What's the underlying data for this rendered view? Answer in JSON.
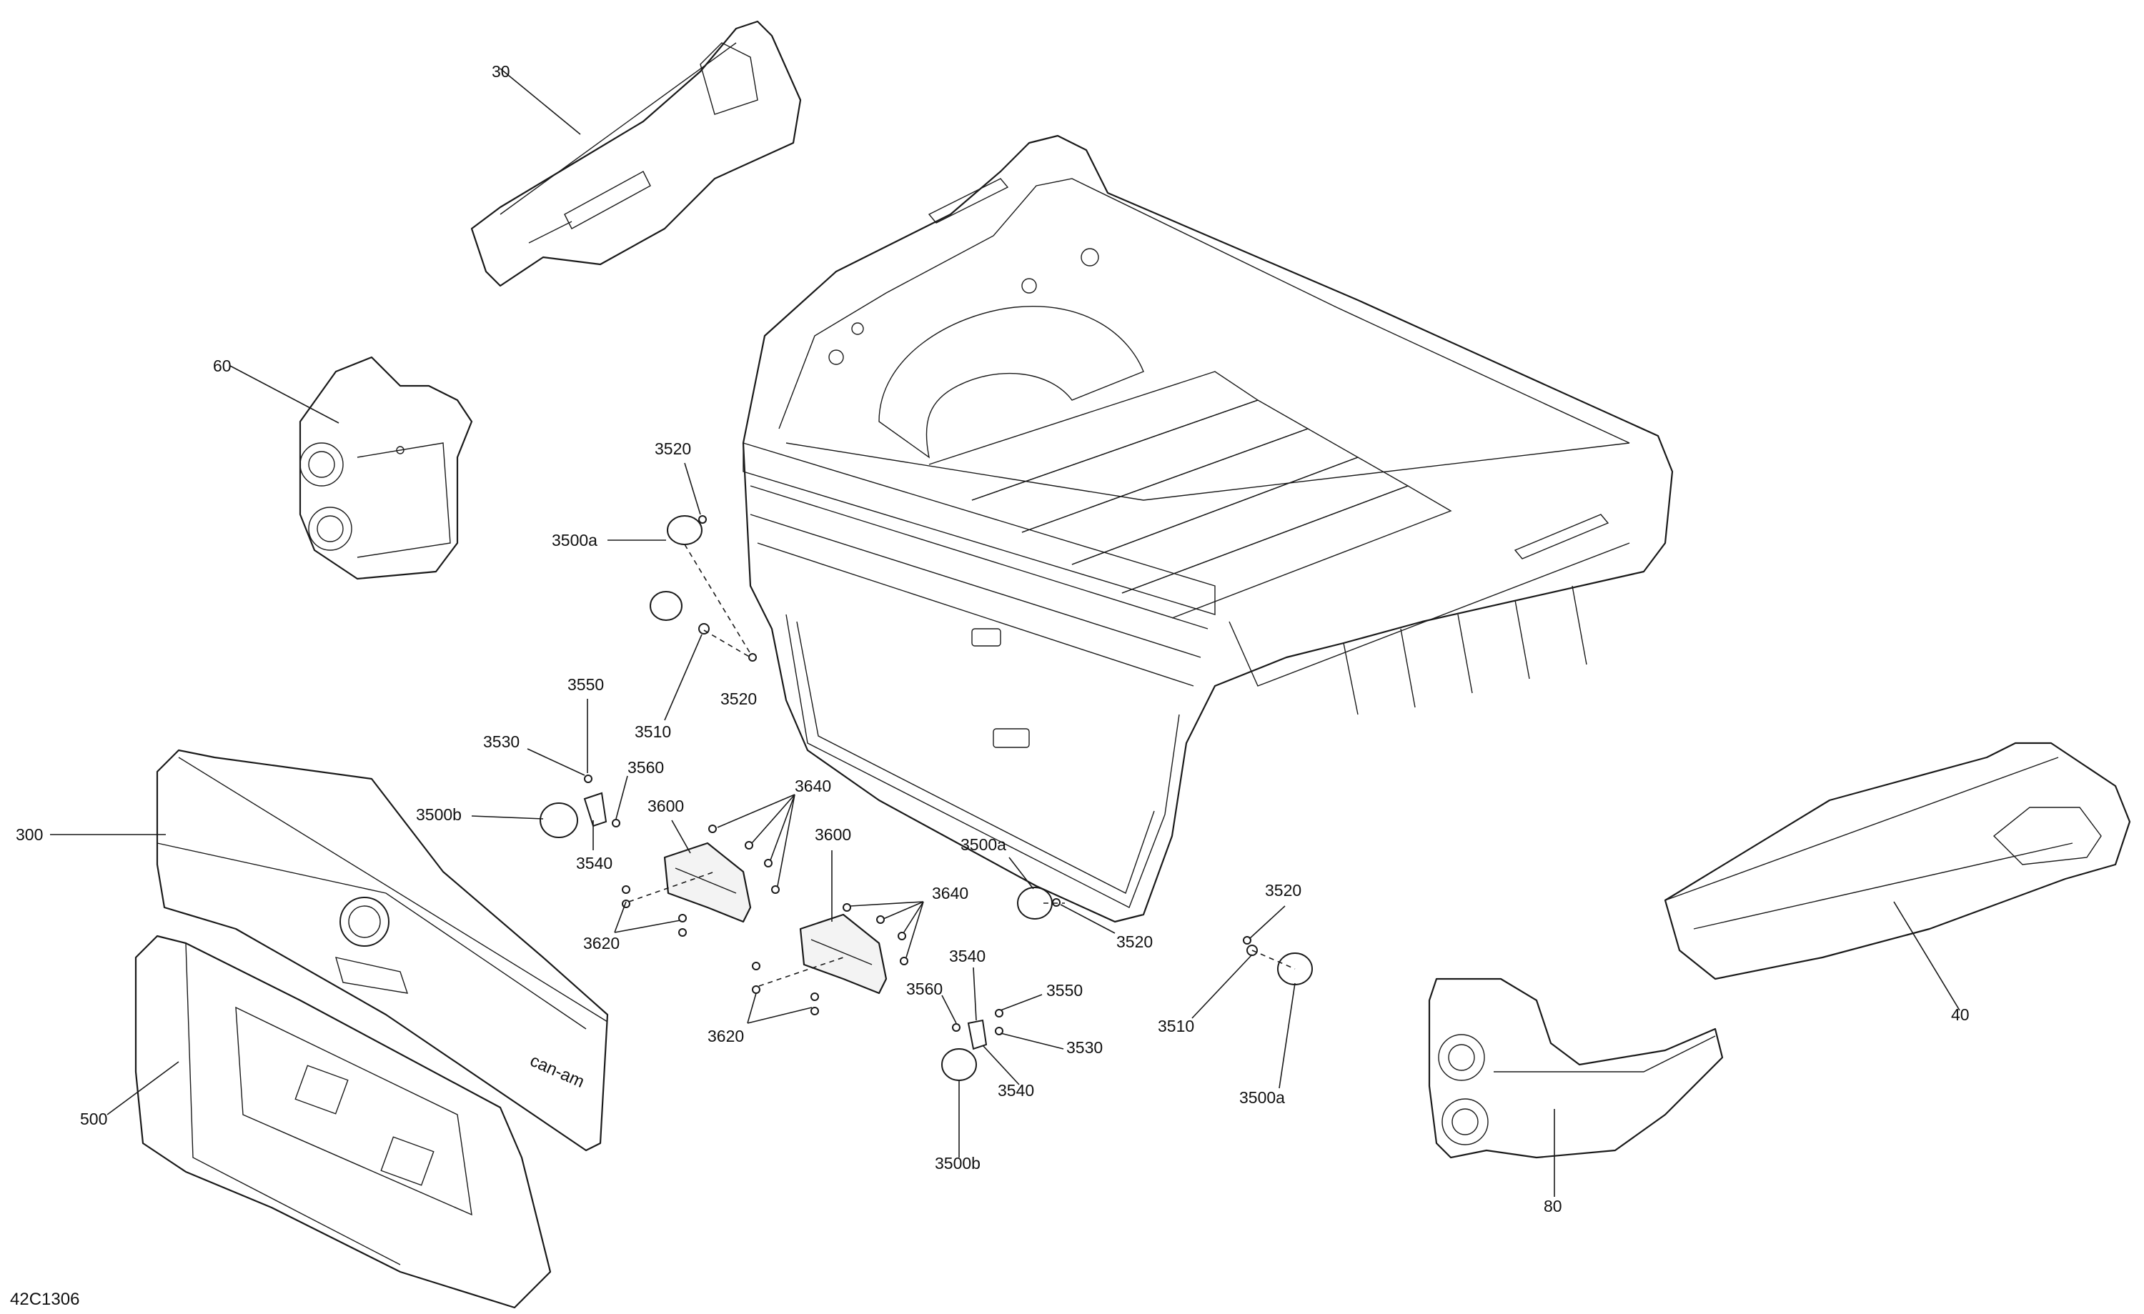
{
  "diagram_code": "42C1306",
  "brand_mark": "can-am",
  "callouts": {
    "c30": "30",
    "c60": "60",
    "c300": "300",
    "c500": "500",
    "c40": "40",
    "c80": "80",
    "c3520_top": "3520",
    "c3500a_left": "3500a",
    "c3520_mid": "3520",
    "c3510_left": "3510",
    "c3550_left": "3550",
    "c3530_left": "3530",
    "c3560_left": "3560",
    "c3500b_left": "3500b",
    "c3540_left": "3540",
    "c3640_left": "3640",
    "c3600_left": "3600",
    "c3620_left": "3620",
    "c3600_right": "3600",
    "c3640_right": "3640",
    "c3620_right": "3620",
    "c3500a_center": "3500a",
    "c3520_center": "3520",
    "c3520_right": "3520",
    "c3510_right": "3510",
    "c3500a_right": "3500a",
    "c3540_right_top": "3540",
    "c3550_right": "3550",
    "c3560_right": "3560",
    "c3530_right": "3530",
    "c3540_right_bottom": "3540",
    "c3500b_right": "3500b"
  }
}
